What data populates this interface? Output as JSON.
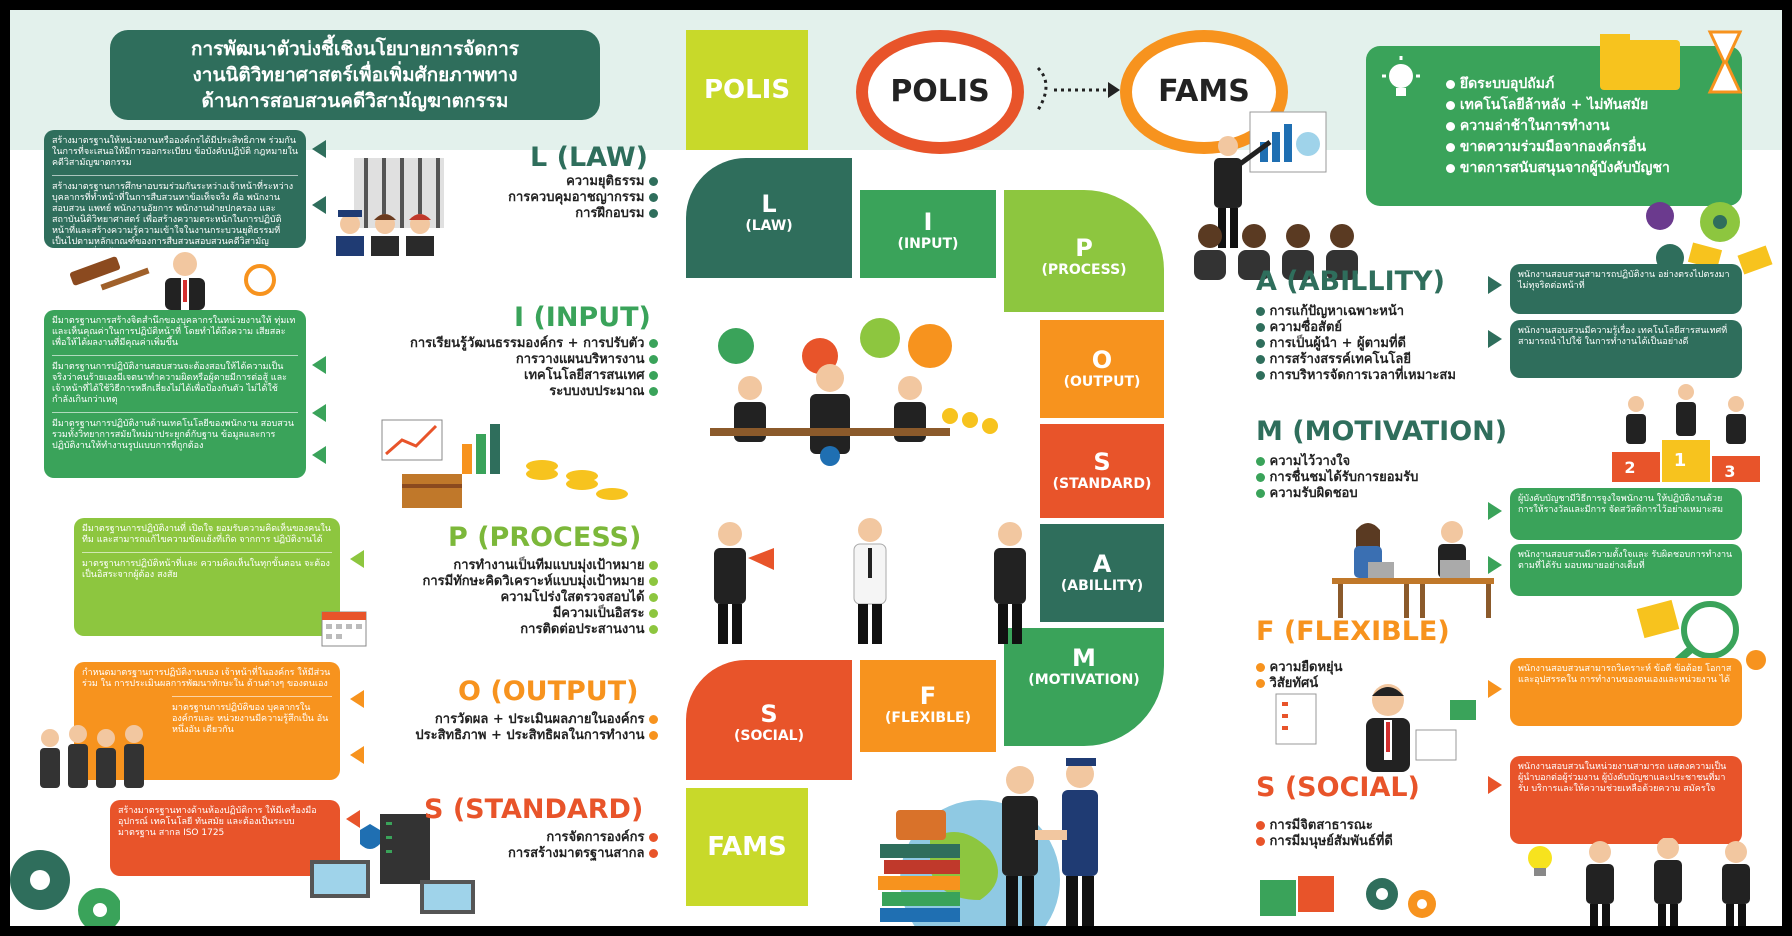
{
  "title_lines": [
    "การพัฒนาตัวบ่งชี้เชิงนโยบายการจัดการ",
    "งานนิติวิทยาศาสตร์เพื่อเพิ่มศักยภาพทาง",
    "ด้านการสอบสวนคดีวิสามัญฆาตกรรม"
  ],
  "polis_label": "POLIS",
  "fams_label": "FAMS",
  "ring_polis": "POLIS",
  "ring_fams": "FAMS",
  "law": {
    "heading": "L (LAW)",
    "items": [
      "ความยุติธรรม",
      "การควบคุมอาชญากรรม",
      "การฝึกอบรม"
    ],
    "box": [
      "สร้างมาตรฐานให้หน่วยงานหรือองค์กรได้มีประสิทธิภาพ ร่วมกันในการที่จะเสนอให้มีการออกระเบียบ ข้อบังคับปฏิบัติ กฎหมายในคดีวิสามัญฆาตกรรม",
      "สร้างมาตรฐานการศึกษาอบรมร่วมกันระหว่างเจ้าหน้าที่ระหว่าง บุคลากรที่ทำหน้าที่ในการสืบสวนหาข้อเท็จจริง คือ พนักงาน สอบสวน แพทย์ พนักงานอัยการ พนักงานฝ่ายปกครอง และ สถาบันนิติวิทยาศาสตร์ เพื่อสร้างความตระหนักในการปฏิบัติ หน้าที่และสร้างความรู้ความเข้าใจในงานกระบวนยุติธรรมที่ เป็นไปตามหลักเกณฑ์ของการสืบสวนสอบสวนคดีวิสามัญ ฆาตกรรมที่ถูกต้อง"
    ]
  },
  "input": {
    "heading": "I (INPUT)",
    "items": [
      "การเรียนรู้วัฒนธรรมองค์กร + การปรับตัว",
      "การวางแผนบริหารงาน",
      "เทคโนโลยีสารสนเทศ",
      "ระบบงบประมาณ"
    ],
    "box": [
      "มีมาตรฐานการสร้างจิตสำนึกของบุคลากรในหน่วยงานให้ ทุ่มเทและเห็นคุณค่าในการปฏิบัติหน้าที่ โดยทำได้ถึงความ เสียสละเพื่อให้ได้ผลงานที่มีคุณค่าเพิ่มขึ้น",
      "มีมาตรฐานการปฏิบัติงานสอบสวนจะต้องสอบให้ได้ความเป็น จริงว่าคนร้ายเองมีเจตนาทำความผิดหรือผู้ตายมีการต่อสู้ และเจ้าหน้าที่ได้ใช้วิธีการหลีกเลี่ยงไม่ได้เพื่อป้องกันตัว ไม่ได้ใช้กำลังเกินกว่าเหตุ",
      "มีมาตรฐานการปฏิบัติงานด้านเทคโนโลยีของพนักงาน สอบสวนรวมทั้งวิทยาการสมัยใหม่มาประยุกต์กับฐาน ข้อมูลและการปฏิบัติงานให้ทำงานรูปแบบการที่ถูกต้อง"
    ]
  },
  "process": {
    "heading": "P (PROCESS)",
    "items": [
      "การทำงานเป็นทีมแบบมุ่งเป้าหมาย",
      "การมีทักษะคิดวิเคราะห์แบบมุ่งเป้าหมาย",
      "ความโปร่งใสตรวจสอบได้",
      "มีความเป็นอิสระ",
      "การติดต่อประสานงาน"
    ],
    "box": [
      "มีมาตรฐานการปฏิบัติงานที่ เปิดใจ ยอมรับความคิดเห็นของคนในทีม และสามารถแก้ไขความขัดแย้งที่เกิด จากการ ปฏิบัติงานได้",
      "มาตรฐานการปฏิบัติหน้าที่และ ความคิดเห็นในทุกขั้นตอน จะต้องเป็นอิสระจากผู้ต้อง สงสัย"
    ]
  },
  "output": {
    "heading": "O (OUTPUT)",
    "items": [
      "การวัดผล + ประเมินผลภายในองค์กร",
      "ประสิทธิภาพ + ประสิทธิผลในการทำงาน"
    ],
    "box": [
      "กำหนดมาตรฐานการปฏิบัติงานของ เจ้าหน้าที่ในองค์กร ให้มีส่วนร่วม ใน การประเมินผลการพัฒนาทักษะใน ด้านต่างๆ ของตนเอง",
      "มาตรฐานการปฏิบัติของ บุคลากรในองค์กรและ หน่วยงานมีความรู้สึกเป็น อันหนึ่งอัน เดียวกัน"
    ]
  },
  "standard": {
    "heading": "S (STANDARD)",
    "items": [
      "การจัดการองค์กร",
      "การสร้างมาตรฐานสากล"
    ],
    "box": [
      "สร้างมาตรฐานทางด้านห้องปฏิบัติการ ให้มีเครื่องมือ อุปกรณ์ เทคโนโลยี ทันสมัย และต้องเป็นระบบมาตรฐาน สากล ISO 1725"
    ]
  },
  "problems": [
    "ยึดระบบอุปถัมภ์",
    "เทคโนโลยีล้าหลัง + ไม่ทันสมัย",
    "ความล่าช้าในการทำงาน",
    "ขาดความร่วมมือจากองค์กรอื่น",
    "ขาดการสนับสนุนจากผู้บังคับบัญชา"
  ],
  "ability": {
    "heading": "A (ABILLITY)",
    "items": [
      "การแก้ปัญหาเฉพาะหน้า",
      "ความซื่อสัตย์",
      "การเป็นผู้นำ + ผู้ตามที่ดี",
      "การสร้างสรรค์เทคโนโลยี",
      "การบริหารจัดการเวลาที่เหมาะสม"
    ],
    "box1": "พนักงานสอบสวนสามารถปฏิบัติงาน อย่างตรงไปตรงมาไม่ทุจริตต่อหน้าที่",
    "box2": "พนักงานสอบสวนมีความรู้เรื่อง เทคโนโลยีสารสนเทศที่สามารถนำไปใช้ ในการทำงานได้เป็นอย่างดี"
  },
  "motivation": {
    "heading": "M (MOTIVATION)",
    "items": [
      "ความไว้วางใจ",
      "การชื่นชมได้รับการยอมรับ",
      "ความรับผิดชอบ"
    ],
    "box1": "ผู้บังคับบัญชามีวิธีการจูงใจพนักงาน ให้ปฏิบัติงานด้วยการให้รางวัลและมีการ จัดสวัสดิการไว้อย่างเหมาะสม",
    "box2": "พนักงานสอบสวนมีความตั้งใจและ รับผิดชอบการทำงานตามที่ได้รับ มอบหมายอย่างเต็มที่"
  },
  "flexible": {
    "heading": "F (FLEXIBLE)",
    "items": [
      "ความยืดหยุ่น",
      "วิสัยทัศน์"
    ],
    "box1": "พนักงานสอบสวนสามารถวิเคราะห์ ข้อดี ข้อด้อย โอกาสและอุปสรรคใน การทำงานของตนเองและหน่วยงาน ได้"
  },
  "social": {
    "heading": "S (SOCIAL)",
    "items": [
      "การมีจิตสาธารณะ",
      "การมีมนุษย์สัมพันธ์ที่ดี"
    ],
    "box1": "พนักงานสอบสวนในหน่วยงานสามารถ แสดงความเป็นผู้นำบอกต่อผู้ร่วมงาน ผู้บังคับบัญชาและประชาชนที่มารับ บริการและให้ความช่วยเหลือด้วยความ สมัครใจ"
  },
  "segments": {
    "l": {
      "big": "L",
      "sm": "(LAW)"
    },
    "i": {
      "big": "I",
      "sm": "(INPUT)"
    },
    "p": {
      "big": "P",
      "sm": "(PROCESS)"
    },
    "o": {
      "big": "O",
      "sm": "(OUTPUT)"
    },
    "s": {
      "big": "S",
      "sm": "(STANDARD)"
    },
    "a": {
      "big": "A",
      "sm": "(ABILLITY)"
    },
    "m": {
      "big": "M",
      "sm": "(MOTIVATION)"
    },
    "f": {
      "big": "F",
      "sm": "(FLEXIBLE)"
    },
    "so": {
      "big": "S",
      "sm": "(SOCIAL)"
    }
  },
  "podium": [
    "2",
    "1",
    "3"
  ],
  "colors": {
    "dark_green": "#2f6e5c",
    "green": "#3aa35a",
    "lime": "#8dc63f",
    "orange": "#f7931e",
    "red": "#e8542a",
    "yellow_green": "#c8d92a"
  }
}
